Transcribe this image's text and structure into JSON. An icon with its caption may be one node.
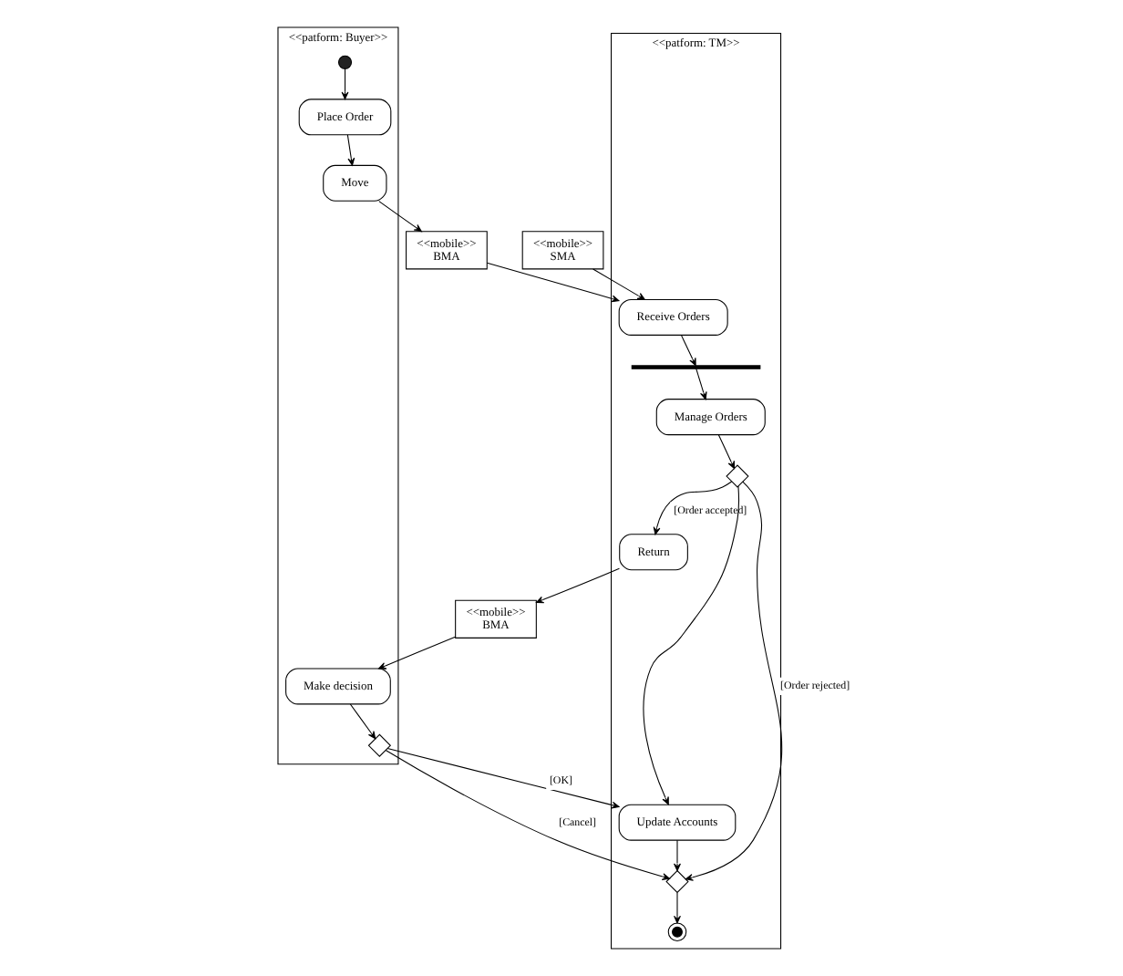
{
  "diagram": {
    "nodes": [
      {
        "text": [
          "<<patform: Buyer>>"
        ]
      },
      {
        "text": [
          "<<patform: TM>>"
        ]
      },
      {
        "text": [],
        "shape": "circle",
        "in": 0
      },
      {
        "text": [
          "Place Order"
        ],
        "in": 0
      },
      {
        "text": [
          "Move"
        ],
        "in": 0
      },
      {
        "text": [
          "<<mobile>>",
          "SMA"
        ]
      },
      {
        "text": [
          "<<mobile>>",
          "BMA"
        ]
      },
      {
        "text": [
          "Receive Orders"
        ],
        "in": 1
      },
      {
        "text": [],
        "shape": "bar",
        "in": 1
      },
      {
        "text": [
          "Manage Orders"
        ],
        "in": 1
      },
      {
        "text": [],
        "shape": "diamond",
        "in": 1
      },
      {
        "text": [
          "Return"
        ],
        "in": 1
      },
      {
        "text": [
          "<<mobile>>",
          "BMA"
        ]
      },
      {
        "text": [
          "Make decision"
        ],
        "in": 0
      },
      {
        "text": [],
        "shape": "diamond",
        "in": 0
      },
      {
        "text": [
          "Update Accounts"
        ],
        "in": 1
      },
      {
        "text": [],
        "shape": "diamond",
        "in": 1
      },
      {
        "text": [],
        "shape": "bullseye",
        "in": 1
      }
    ],
    "edges": [
      {
        "from": 2,
        "to": 3,
        "arrow": "to"
      },
      {
        "from": 3,
        "to": 4,
        "arrow": "to"
      },
      {
        "from": 4,
        "to": 6,
        "arrow": "to"
      },
      {
        "from": 5,
        "to": 7,
        "arrow": "to"
      },
      {
        "from": 6,
        "to": 7,
        "arrow": "to"
      },
      {
        "from": 7,
        "to": 8,
        "arrow": "to"
      },
      {
        "from": 8,
        "to": 9,
        "arrow": "to"
      },
      {
        "from": 9,
        "to": 10,
        "arrow": "to"
      },
      {
        "from": 10,
        "to": 11,
        "label": "[Order accepted]",
        "arrow": "to"
      },
      {
        "from": 10,
        "to": 16,
        "label": "[Order rejected]",
        "arrow": "to"
      },
      {
        "from": 10,
        "to": 15,
        "arrow": "to"
      },
      {
        "from": 11,
        "to": 12,
        "arrow": "to"
      },
      {
        "from": 12,
        "to": 13,
        "arrow": "to"
      },
      {
        "from": 13,
        "to": 14,
        "arrow": "to"
      },
      {
        "from": 14,
        "to": 15,
        "label": "[OK]",
        "arrow": "to"
      },
      {
        "from": 14,
        "to": 16,
        "label": "[Cancel]",
        "arrow": "to"
      },
      {
        "from": 15,
        "to": 16,
        "arrow": "to"
      },
      {
        "from": 16,
        "to": 17,
        "arrow": "to"
      }
    ]
  }
}
